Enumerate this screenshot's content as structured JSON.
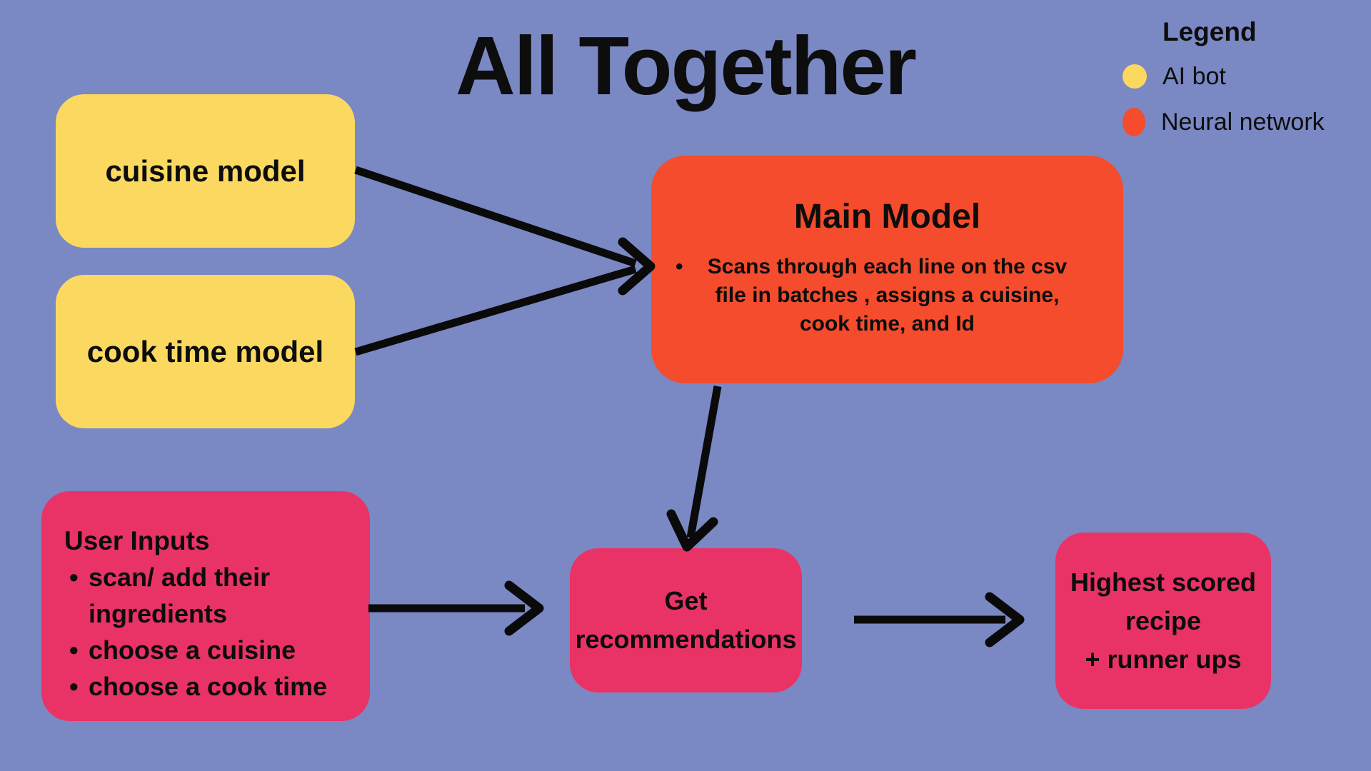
{
  "title": "All Together",
  "legend": {
    "title": "Legend",
    "items": [
      {
        "label": "AI bot",
        "color": "#FBD960"
      },
      {
        "label": "Neural network",
        "color": "#F44C2C"
      }
    ]
  },
  "nodes": {
    "cuisine_model": {
      "label": "cuisine model",
      "color": "#FBD960"
    },
    "cook_time_model": {
      "label": "cook time model",
      "color": "#FBD960"
    },
    "main_model": {
      "title": "Main Model",
      "bullets": [
        "Scans through each line on the csv file in batches , assigns a cuisine, cook time, and Id"
      ],
      "color": "#F44C2C"
    },
    "user_inputs": {
      "title": "User Inputs",
      "bullets": [
        "scan/ add their ingredients",
        "choose a cuisine",
        "choose a cook time"
      ],
      "color": "#E93366"
    },
    "get_recommendations": {
      "label": "Get recommendations",
      "color": "#E93366"
    },
    "highest_scored": {
      "lines": [
        "Highest scored recipe",
        "+ runner ups"
      ],
      "color": "#E93366"
    }
  },
  "edges": [
    {
      "from": "cuisine model",
      "to": "Main Model"
    },
    {
      "from": "cook time model",
      "to": "Main Model"
    },
    {
      "from": "Main Model",
      "to": "Get recommendations"
    },
    {
      "from": "User Inputs",
      "to": "Get recommendations"
    },
    {
      "from": "Get recommendations",
      "to": "Highest scored recipe + runner ups"
    }
  ],
  "colors": {
    "background": "#7A88C3",
    "ai_bot": "#FBD960",
    "neural_network": "#F44C2C",
    "process": "#E93366",
    "arrow": "#0a0a0a",
    "text": "#0d0d0d"
  }
}
